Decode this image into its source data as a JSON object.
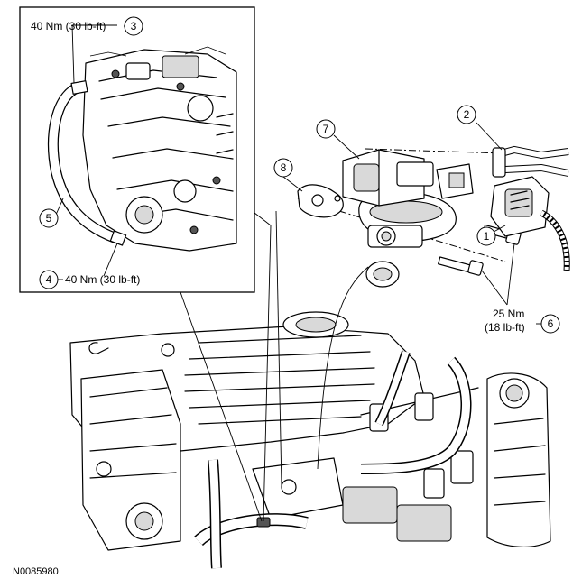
{
  "figure_id": "N0085980",
  "callouts": [
    {
      "number": "1",
      "torque": ""
    },
    {
      "number": "2",
      "torque": ""
    },
    {
      "number": "3",
      "torque": "40 Nm (30 lb-ft)"
    },
    {
      "number": "4",
      "torque": "40 Nm (30 lb-ft)"
    },
    {
      "number": "5",
      "torque": ""
    },
    {
      "number": "6",
      "torque_line1": "25 Nm",
      "torque_line2": "(18 lb-ft)"
    },
    {
      "number": "7",
      "torque": ""
    },
    {
      "number": "8",
      "torque": ""
    }
  ]
}
